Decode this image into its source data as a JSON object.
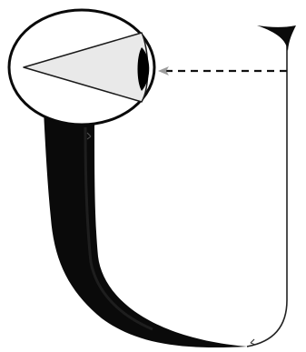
{
  "figure": {
    "subject": "letter-U",
    "colors": {
      "ink": "#0a0a0a",
      "paper": "#ffffff",
      "nib_face": "#e9e9e9",
      "nib_edge": "#000000",
      "thin_stroke": "#222222",
      "dashed_leader": "#111111",
      "arrowhead": "#9c9c9c"
    },
    "elements": {
      "left_stroke": "thick-downstroke",
      "right_stroke": "hairline-upstroke",
      "serif": "wedge-serif",
      "magnifier": "nib-detail-ellipse",
      "leader": "dashed-pointer-line"
    }
  }
}
